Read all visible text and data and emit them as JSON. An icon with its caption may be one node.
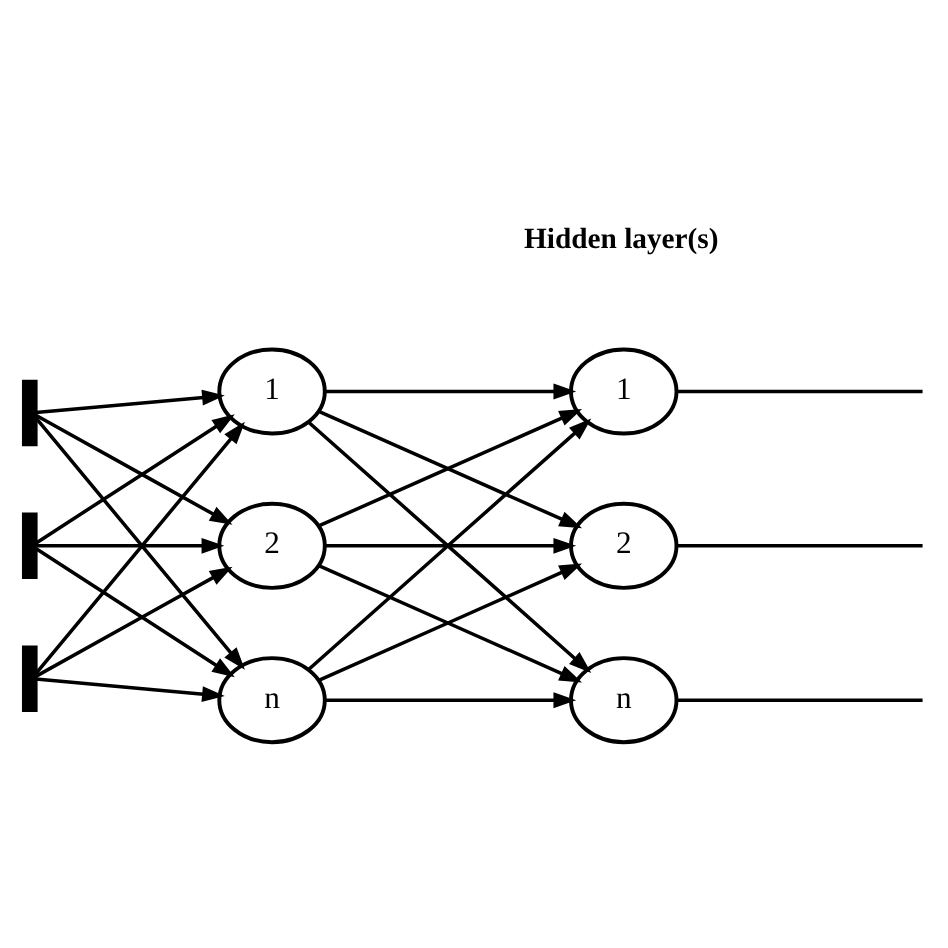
{
  "diagram": {
    "nodes": [
      {
        "text": [],
        "shape": "bar"
      },
      {
        "text": [],
        "shape": "bar"
      },
      {
        "text": [],
        "shape": "bar"
      },
      {
        "text": [
          "1"
        ]
      },
      {
        "text": [
          "2"
        ]
      },
      {
        "text": [
          "n"
        ]
      },
      {
        "text": [
          "1"
        ]
      },
      {
        "text": [
          "2"
        ]
      },
      {
        "text": [
          "n"
        ]
      }
    ],
    "edges": [
      {
        "from": 0,
        "to": 3,
        "arrow": "to"
      },
      {
        "from": 0,
        "to": 4,
        "arrow": "to"
      },
      {
        "from": 0,
        "to": 5,
        "arrow": "to"
      },
      {
        "from": 1,
        "to": 3,
        "arrow": "to"
      },
      {
        "from": 1,
        "to": 4,
        "arrow": "to"
      },
      {
        "from": 1,
        "to": 5,
        "arrow": "to"
      },
      {
        "from": 2,
        "to": 3,
        "arrow": "to"
      },
      {
        "from": 2,
        "to": 4,
        "arrow": "to"
      },
      {
        "from": 2,
        "to": 5,
        "arrow": "to"
      },
      {
        "from": 3,
        "to": 6,
        "arrow": "to"
      },
      {
        "from": 3,
        "to": 7,
        "arrow": "to"
      },
      {
        "from": 3,
        "to": 8,
        "arrow": "to"
      },
      {
        "from": 4,
        "to": 6,
        "arrow": "to"
      },
      {
        "from": 4,
        "to": 7,
        "arrow": "to"
      },
      {
        "from": 4,
        "to": 8,
        "arrow": "to"
      },
      {
        "from": 5,
        "to": 6,
        "arrow": "to"
      },
      {
        "from": 5,
        "to": 7,
        "arrow": "to"
      },
      {
        "from": 5,
        "to": 8,
        "arrow": "to"
      },
      {
        "from": 6,
        "to": null,
        "arrow": "none"
      },
      {
        "from": 7,
        "to": null,
        "arrow": "none"
      },
      {
        "from": 8,
        "to": null,
        "arrow": "none"
      }
    ],
    "labels": [
      "Hidden layer(s)"
    ]
  }
}
